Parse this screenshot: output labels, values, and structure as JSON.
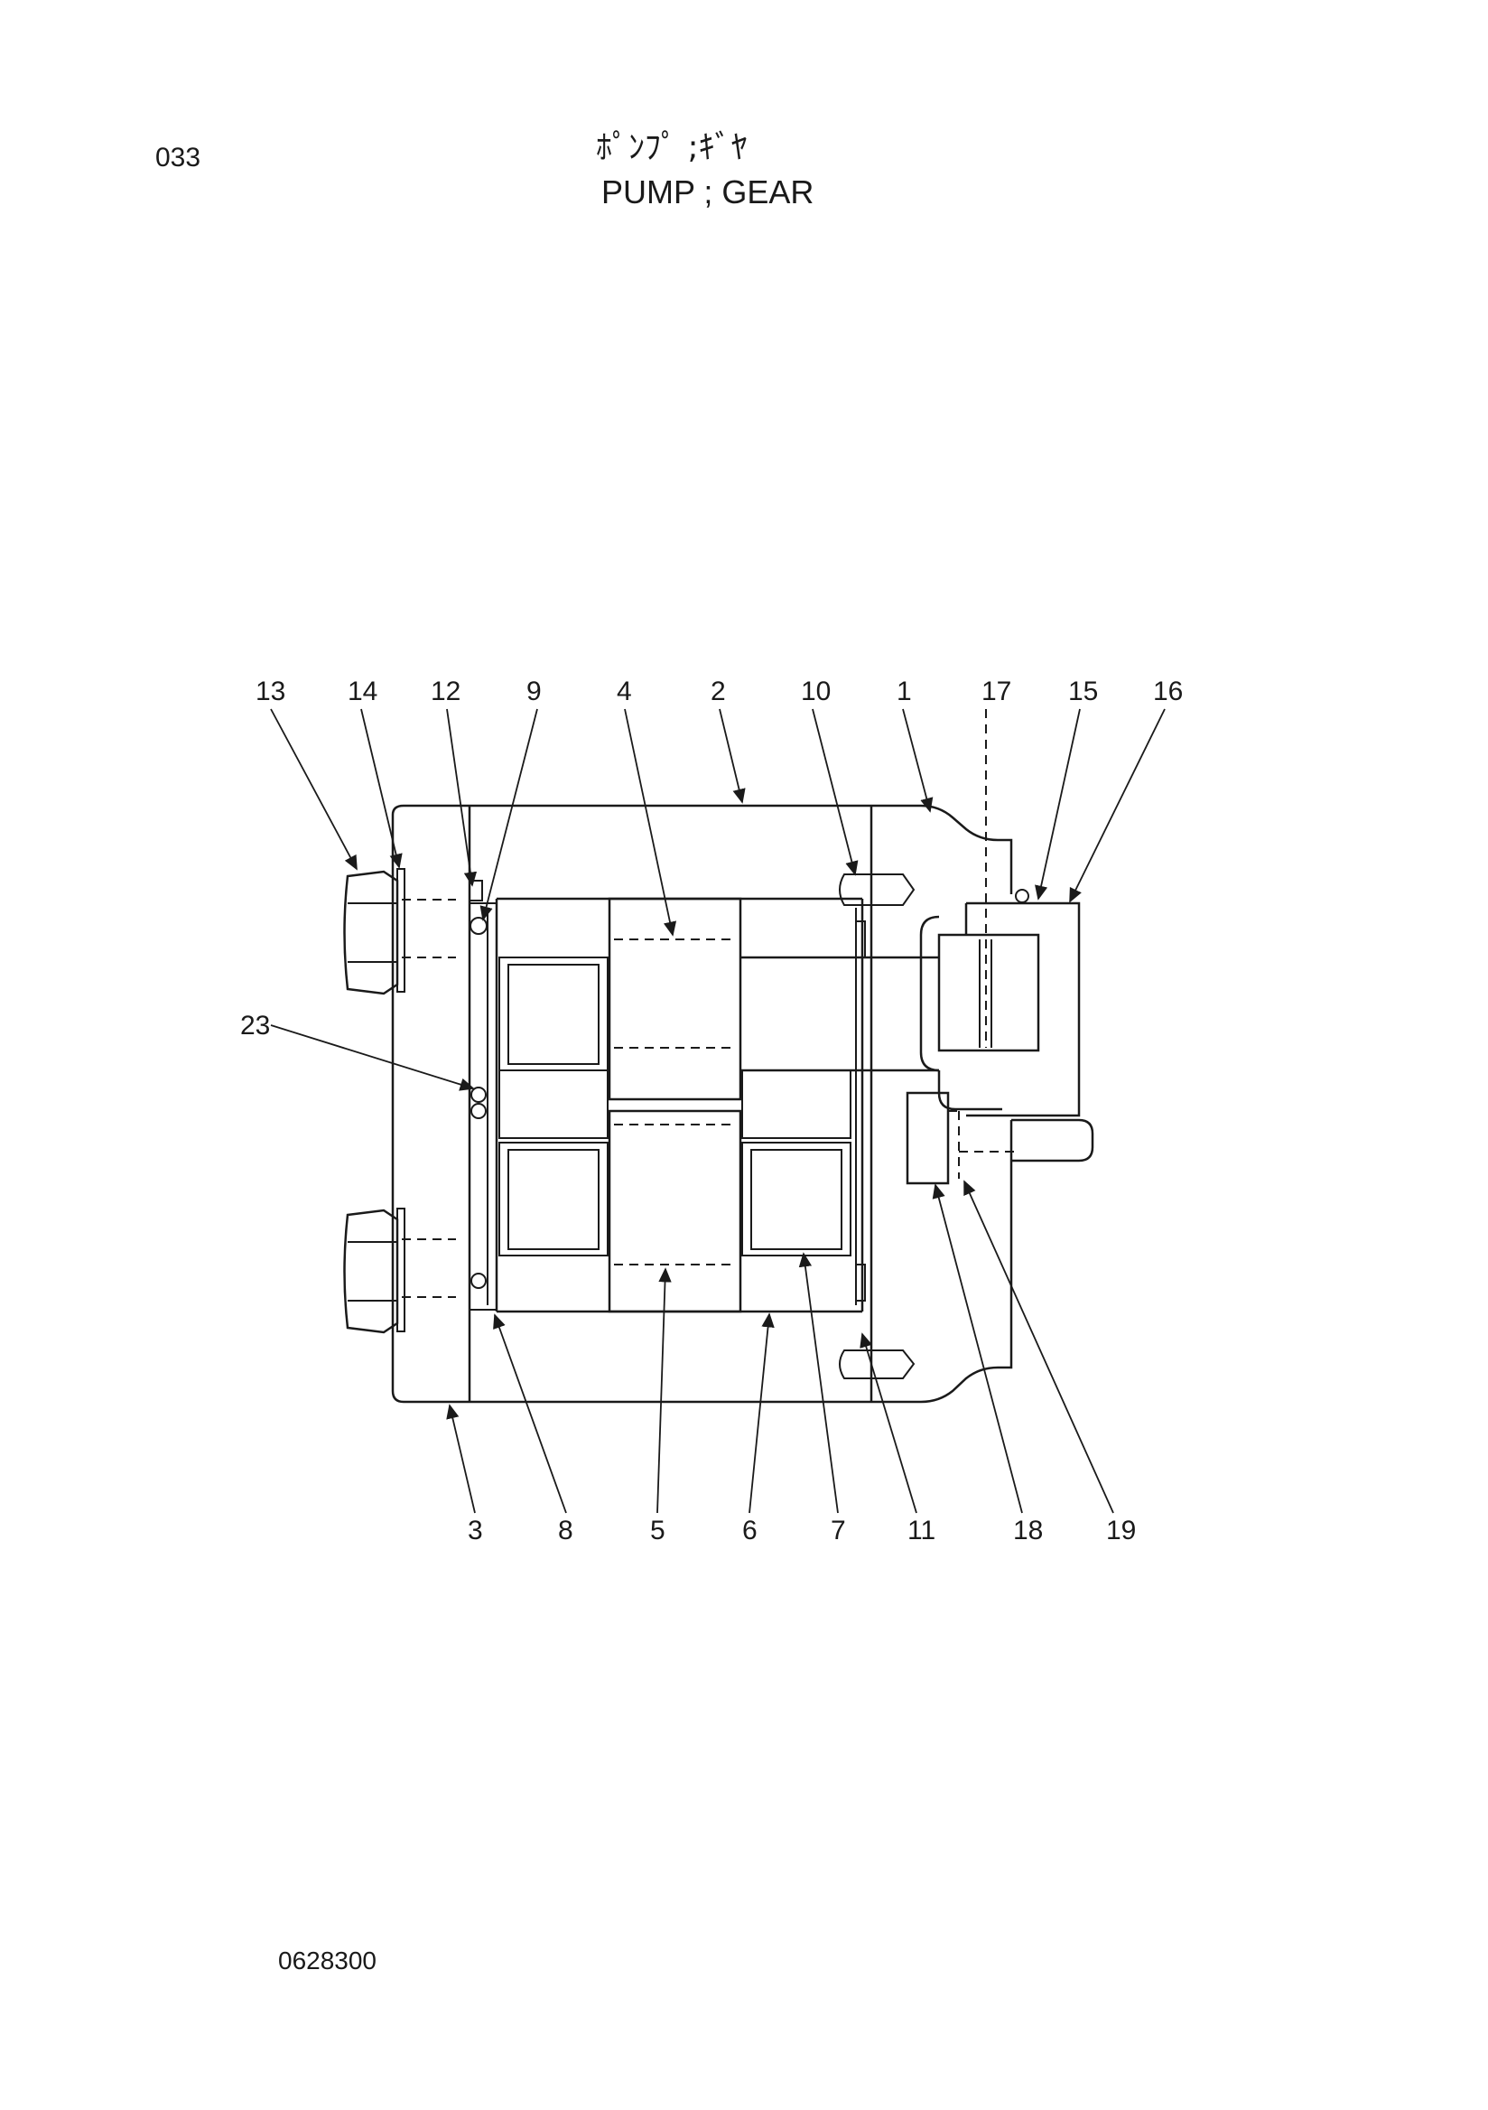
{
  "header": {
    "page_number": "033",
    "title_jp": "ﾎﾟﾝﾌﾟ ;ｷﾞﾔ",
    "title_en": "PUMP ; GEAR"
  },
  "footer": {
    "drawing_number": "0628300"
  },
  "diagram": {
    "callouts": [
      "13",
      "14",
      "12",
      "9",
      "4",
      "2",
      "10",
      "1",
      "17",
      "15",
      "16",
      "23",
      "3",
      "8",
      "5",
      "6",
      "7",
      "11",
      "18",
      "19"
    ]
  }
}
